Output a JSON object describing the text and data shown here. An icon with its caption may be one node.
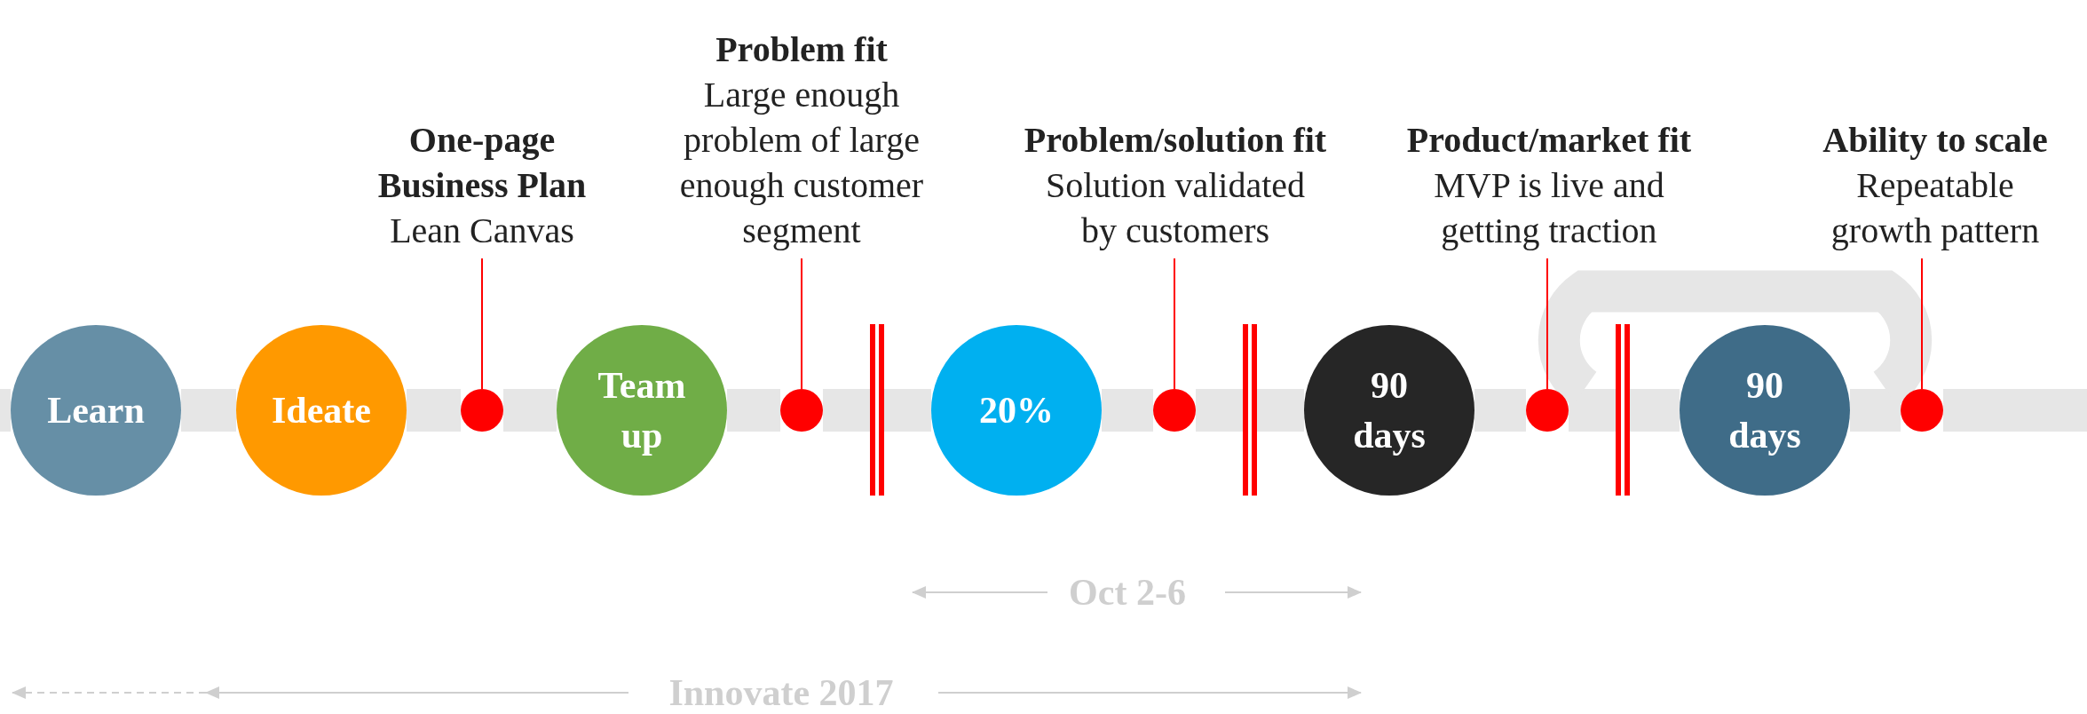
{
  "diagram": {
    "nodes": [
      {
        "text": [
          "Learn"
        ]
      },
      {
        "text": [
          "Ideate"
        ]
      },
      {
        "text": [
          "One-page Business Plan",
          "Lean Canvas"
        ]
      },
      {
        "text": [],
        "shape": "circle"
      },
      {
        "text": [
          "Team up"
        ]
      },
      {
        "text": [
          "Problem fit",
          "Large enough problem of large enough customer segment"
        ]
      },
      {
        "text": [],
        "shape": "circle"
      },
      {
        "text": [
          "20%"
        ]
      },
      {
        "text": [
          "Problem/solution fit",
          "Solution validated by customers"
        ]
      },
      {
        "text": [],
        "shape": "circle"
      },
      {
        "text": [
          "90 days"
        ]
      },
      {
        "text": [
          "Product/market fit",
          "MVP is live and getting traction"
        ]
      },
      {
        "text": [],
        "shape": "circle"
      },
      {
        "text": [
          "90 days"
        ]
      },
      {
        "text": [
          "Ability to scale",
          "Repeatable growth pattern"
        ]
      },
      {
        "text": [],
        "shape": "circle"
      }
    ],
    "edges": [
      {
        "from": 2,
        "to": 3,
        "arrow": "none"
      },
      {
        "from": 5,
        "to": 6,
        "arrow": "none"
      },
      {
        "from": 8,
        "to": 9,
        "arrow": "none"
      },
      {
        "from": 11,
        "to": 12,
        "arrow": "none"
      },
      {
        "from": 14,
        "to": 15,
        "arrow": "none"
      }
    ],
    "labels": [
      "Oct 2-6",
      "Innovate 2017"
    ]
  }
}
